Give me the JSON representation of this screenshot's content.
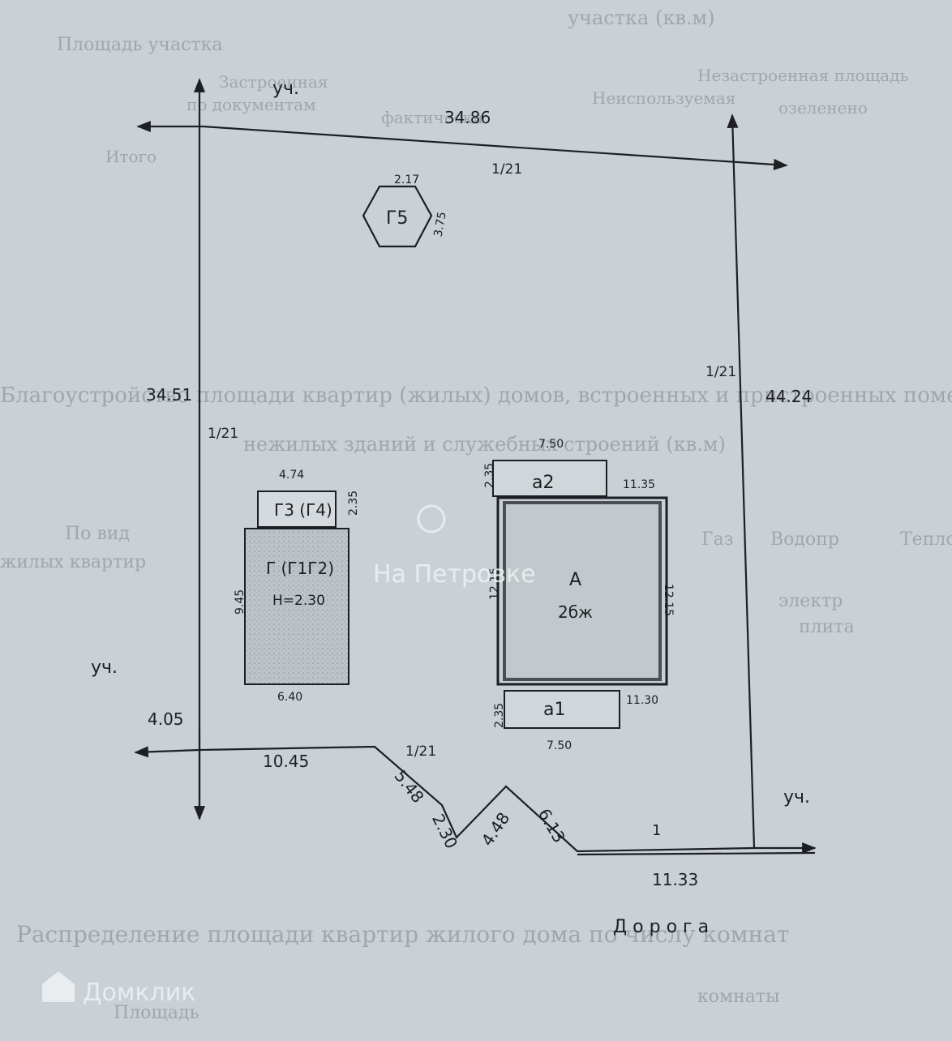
{
  "plan": {
    "neighbor_label": "уч.",
    "road_label": "Д о р о г а",
    "mark_1": "1",
    "mark_u1": "1/21",
    "dims": {
      "top": "34.86",
      "left": "34.51",
      "right": "44.24",
      "bottom_left_stub": "4.05",
      "bottom_a": "10.45",
      "bottom_b": "5.48",
      "bottom_c": "2.30",
      "bottom_d": "4.48",
      "bottom_e": "6.13",
      "bottom_f": "11.33"
    }
  },
  "buildings": {
    "g5": {
      "label": "Г5",
      "dim_a": "2.17",
      "dim_b": "3.75"
    },
    "g3": {
      "label": "Г3 (Г4)",
      "w": "4.74",
      "h": "2.35"
    },
    "g": {
      "label": "Г (Г1Г2)",
      "height_note": "Н=2.30",
      "w": "6.40",
      "h": "9.45"
    },
    "a2": {
      "label": "a2",
      "w": "7.50",
      "h": "2.35"
    },
    "house": {
      "label": "А",
      "sub": "2бж",
      "w": "11.35",
      "h_left": "12.15",
      "h_right": "12.15"
    },
    "a1": {
      "label": "a1",
      "w": "7.50",
      "h": "2.35",
      "top_w": "11.30"
    }
  },
  "background_text": [
    "участка (кв.м)",
    "Площадь участка",
    "Застроенная",
    "по документам",
    "фактически",
    "Незастроенная площадь",
    "Неиспользуемая",
    "Итого",
    "озеленено",
    "Благоустройство площади квартир (жилых) домов, встроенных и пристроенных помещений",
    "нежилых зданий и служебных строений (кв.м)",
    "По вид",
    "Газ",
    "Водопр",
    "Тепло",
    "электр",
    "жилых квартир",
    "плита",
    "Распределение площади квартир жилого дома по числу комнат",
    "Площадь",
    "комнаты"
  ],
  "watermarks": {
    "center": "На Петровке",
    "bottom": "Домклик"
  }
}
